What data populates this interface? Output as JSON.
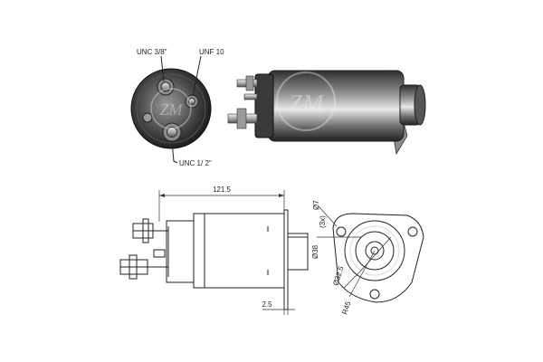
{
  "photo_labels": {
    "thread_top": "UNC 3/8\"",
    "thread_right": "UNF 10",
    "thread_bottom": "UNC 1/ 2\""
  },
  "dimensions": {
    "overall_length": "121.5",
    "flange_gap": "2.5",
    "nose_diameter": "Ø38",
    "bolt_circle": "Ø32.5",
    "hole_diameter": "Ø7",
    "hole_count": "(3x)",
    "flange_radius": "R45"
  },
  "watermark": "ZM",
  "colors": {
    "metal_dark": "#3a3a3a",
    "metal_mid": "#7a7a7a",
    "metal_light": "#d8d8d8",
    "line": "#222222"
  }
}
